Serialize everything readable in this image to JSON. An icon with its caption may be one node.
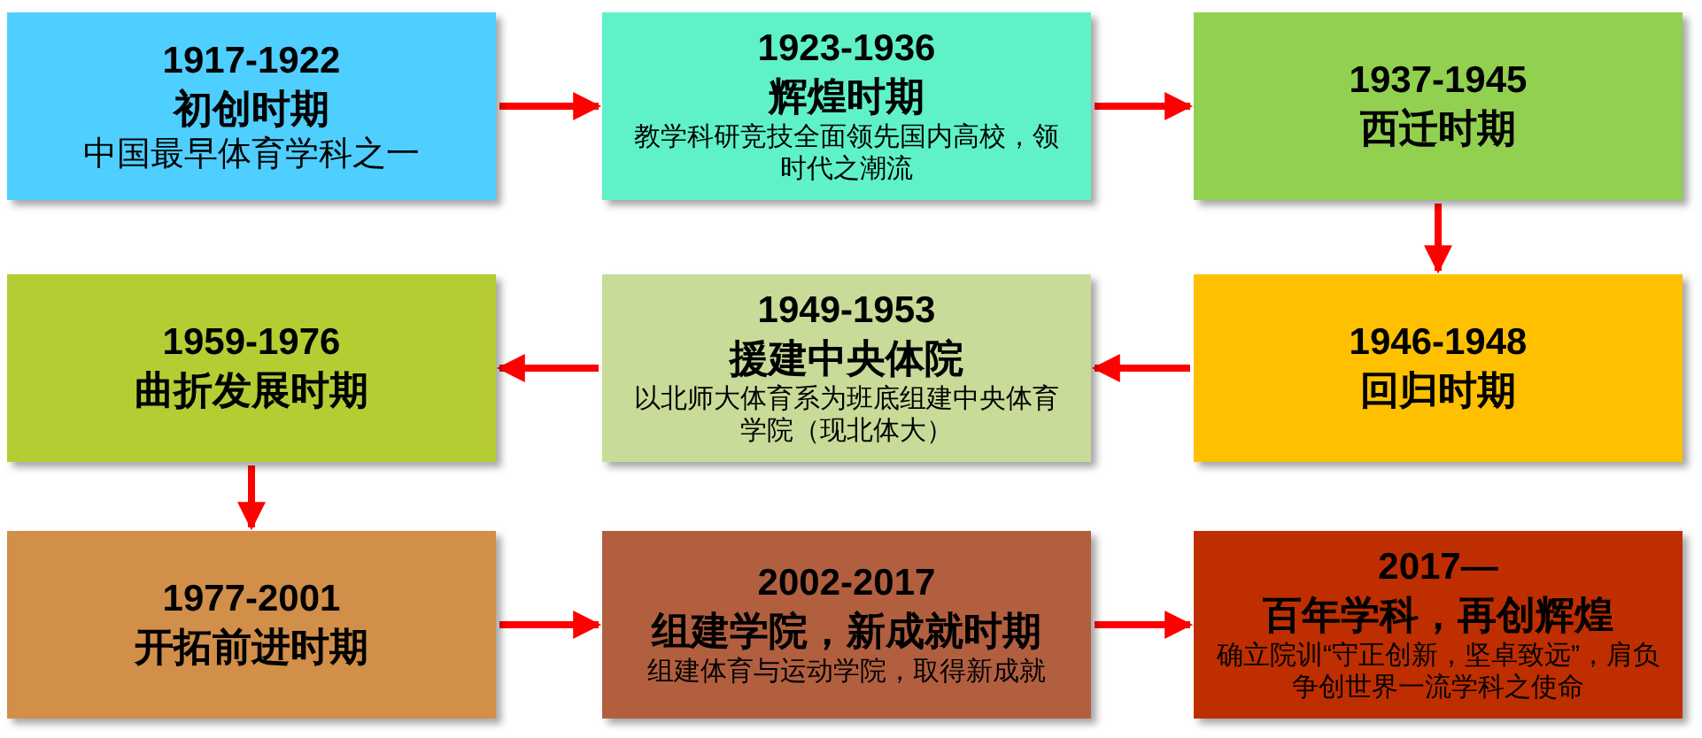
{
  "diagram": {
    "nodes": [
      {
        "text": [
          "1917-1922",
          "初创时期",
          "中国最早体育学科之一"
        ]
      },
      {
        "text": [
          "1923-1936",
          "辉煌时期",
          "教学科研竞技全面领先国内高校，领时代之潮流"
        ]
      },
      {
        "text": [
          "1937-1945",
          "西迁时期"
        ]
      },
      {
        "text": [
          "1946-1948",
          "回归时期"
        ]
      },
      {
        "text": [
          "1949-1953",
          "援建中央体院",
          "以北师大体育系为班底组建中央体育学院（现北体大）"
        ]
      },
      {
        "text": [
          "1959-1976",
          "曲折发展时期"
        ]
      },
      {
        "text": [
          "1977-2001",
          "开拓前进时期"
        ]
      },
      {
        "text": [
          "2002-2017",
          "组建学院，新成就时期",
          "组建体育与运动学院，取得新成就"
        ]
      },
      {
        "text": [
          "2017—",
          "百年学科，再创辉煌",
          "确立院训“守正创新，坚卓致远”，肩负争创世界一流学科之使命"
        ]
      }
    ],
    "edges": [
      {
        "from": 0,
        "to": 1,
        "arrow": "to"
      },
      {
        "from": 1,
        "to": 2,
        "arrow": "to"
      },
      {
        "from": 2,
        "to": 3,
        "arrow": "to"
      },
      {
        "from": 3,
        "to": 4,
        "arrow": "to"
      },
      {
        "from": 4,
        "to": 5,
        "arrow": "to"
      },
      {
        "from": 5,
        "to": 6,
        "arrow": "to"
      },
      {
        "from": 6,
        "to": 7,
        "arrow": "to"
      },
      {
        "from": 7,
        "to": 8,
        "arrow": "to"
      }
    ]
  }
}
